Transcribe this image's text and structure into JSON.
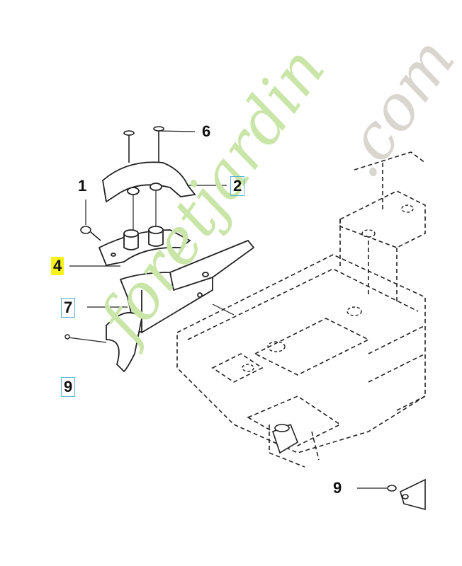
{
  "callouts": {
    "c6": "6",
    "c2": "2",
    "c1": "1",
    "c4": "4",
    "c7": "7",
    "c9a": "9",
    "c9b": "9"
  },
  "watermark": {
    "green": "foretjardin",
    "grey": ".com",
    "green_color": "#c9e6a8",
    "grey_color": "#d9d6d0",
    "accent_orange": "#f6c79a"
  },
  "colors": {
    "line": "#222222",
    "highlight": "#f7f21a",
    "box_border": "#5ab4d6"
  }
}
